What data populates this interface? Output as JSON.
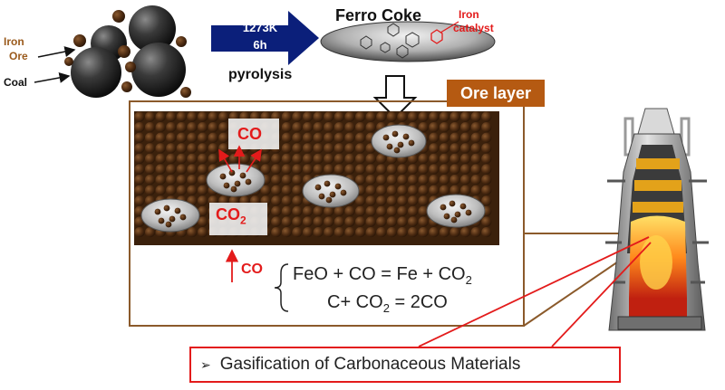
{
  "labels": {
    "iron": "Iron",
    "ore": "Ore",
    "coal": "Coal",
    "temp": "1273K",
    "time": "6h",
    "pyrolysis": "pyrolysis",
    "ferro_coke": "Ferro Coke",
    "iron_catalyst_1": "Iron",
    "iron_catalyst_2": "catalyst",
    "ore_layer": "Ore layer",
    "co_top": "CO",
    "co2_main": "CO",
    "co2_sub": "2",
    "co_bottom": "CO"
  },
  "equations": {
    "eq1_a": "FeO + CO = Fe + CO",
    "eq1_sub": "2",
    "eq2_a": "C+ CO",
    "eq2_sub": "2",
    "eq2_b": " = 2CO"
  },
  "callout": {
    "bullet": "➢",
    "text": "Gasification of Carbonaceous Materials"
  },
  "colors": {
    "ore_brown": "#5a3416",
    "ore_tag": "#b55a12",
    "arrow_navy": "#0b1f7a",
    "accent_red": "#e31b1b",
    "coal_gray": "#3a3a3a"
  }
}
